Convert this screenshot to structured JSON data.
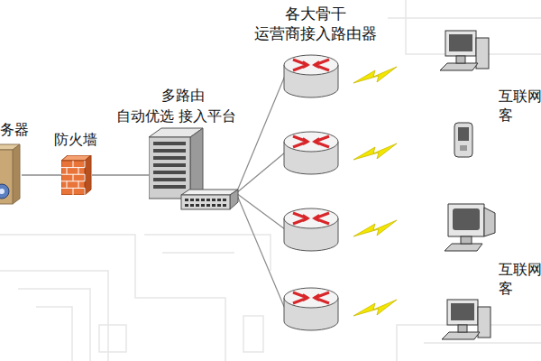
{
  "diagram": {
    "nodes": [
      {
        "text": [
          "务器"
        ]
      },
      {
        "text": [
          "防火墙"
        ]
      },
      {
        "text": [
          "多路由",
          "自动优选 接入平台"
        ]
      }
    ],
    "edges": [
      {
        "from": 0,
        "to": 1,
        "arrow": "none"
      },
      {
        "from": 1,
        "to": 2,
        "arrow": "none"
      }
    ],
    "labels": [
      "各大骨干 运营商接入路由器",
      "互联网 客",
      "互联网 客"
    ]
  }
}
